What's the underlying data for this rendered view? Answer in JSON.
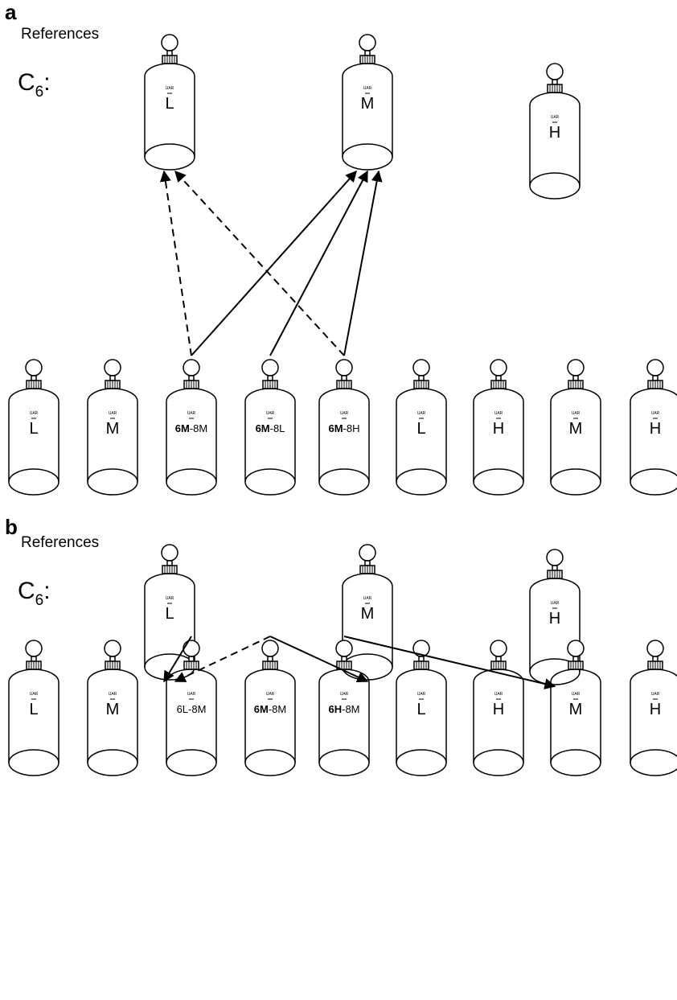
{
  "panels": [
    {
      "letter": "a",
      "references_label": "References",
      "c6_label": "C",
      "c6_subscript": "6",
      "c6_colon": ":",
      "references": [
        {
          "id": "ref-L",
          "label": "L"
        },
        {
          "id": "ref-M",
          "label": "M"
        },
        {
          "id": "ref-H",
          "label": "H"
        }
      ],
      "samples": [
        {
          "label": "L"
        },
        {
          "label": "M"
        },
        {
          "label_bold": "6M",
          "label_rest": "-8M"
        },
        {
          "label_bold": "6M",
          "label_rest": "-8L"
        },
        {
          "label_bold": "6M",
          "label_rest": "-8H"
        },
        {
          "label": "L"
        },
        {
          "label": "H"
        },
        {
          "label": "M"
        },
        {
          "label": "H"
        }
      ],
      "arrows": [
        {
          "from_sample": 2,
          "to_ref": "ref-L",
          "style": "dashed"
        },
        {
          "from_sample": 2,
          "to_ref": "ref-M",
          "style": "solid"
        },
        {
          "from_sample": 3,
          "to_ref": "ref-M",
          "style": "solid"
        },
        {
          "from_sample": 4,
          "to_ref": "ref-M",
          "style": "solid"
        },
        {
          "from_sample": 4,
          "to_ref": "ref-L",
          "style": "dashed"
        }
      ]
    },
    {
      "letter": "b",
      "references_label": "References",
      "c6_label": "C",
      "c6_subscript": "6",
      "c6_colon": ":",
      "references": [
        {
          "id": "ref-L",
          "label": "L"
        },
        {
          "id": "ref-M",
          "label": "M"
        },
        {
          "id": "ref-H",
          "label": "H"
        }
      ],
      "samples": [
        {
          "label": "L"
        },
        {
          "label": "M"
        },
        {
          "label_bold": "",
          "label_rest": "6L-8M"
        },
        {
          "label_bold": "6M",
          "label_rest": "-8M"
        },
        {
          "label_bold": "6H",
          "label_rest": "-8M"
        },
        {
          "label": "L"
        },
        {
          "label": "H"
        },
        {
          "label": "M"
        },
        {
          "label": "H"
        }
      ],
      "arrows": [
        {
          "from_sample": 2,
          "to_ref": "ref-L",
          "style": "solid"
        },
        {
          "from_sample": 3,
          "to_ref": "ref-L",
          "style": "dashed"
        },
        {
          "from_sample": 3,
          "to_ref": "ref-M",
          "style": "solid"
        },
        {
          "from_sample": 4,
          "to_ref": "ref-H",
          "style": "solid"
        }
      ]
    }
  ],
  "bottle_tiny_text": "UAR"
}
